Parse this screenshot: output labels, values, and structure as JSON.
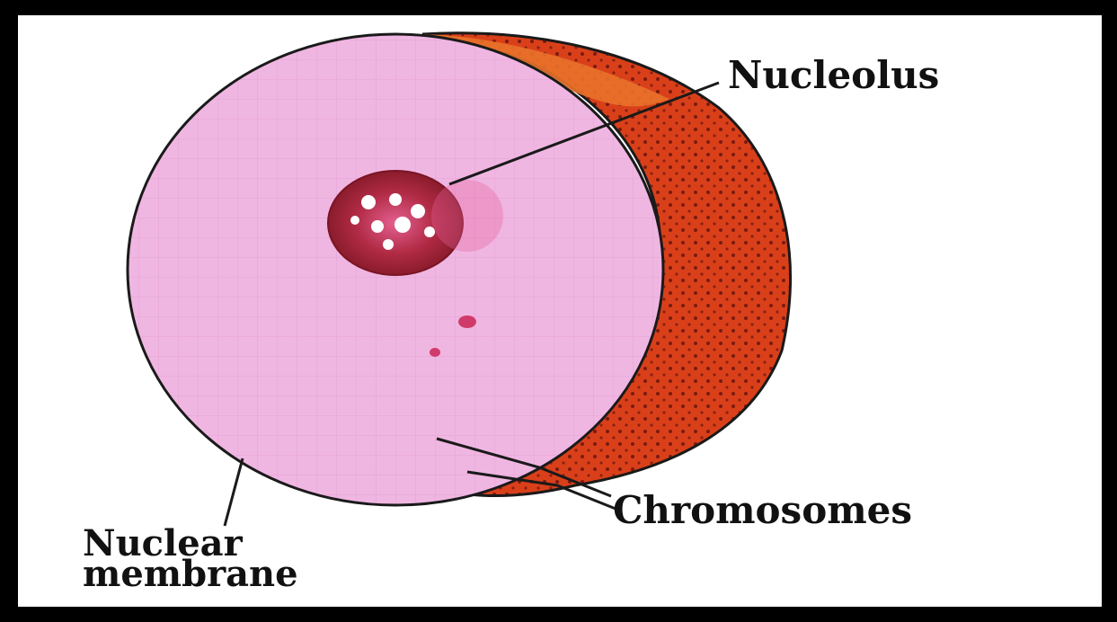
{
  "diagram": {
    "labels": {
      "nucleolus": "Nucleolus",
      "chromosomes": "Chromosomes",
      "membrane_line1": "Nuclear",
      "membrane_line2": "membrane"
    },
    "colors": {
      "background_frame": "#000000",
      "canvas": "#ffffff",
      "nucleoplasm": "#f0b6e2",
      "membrane_shell": "#d9401a",
      "membrane_highlight": "#e8722a",
      "nucleolus": "#a8283a",
      "outline": "#1a1a1a"
    }
  }
}
